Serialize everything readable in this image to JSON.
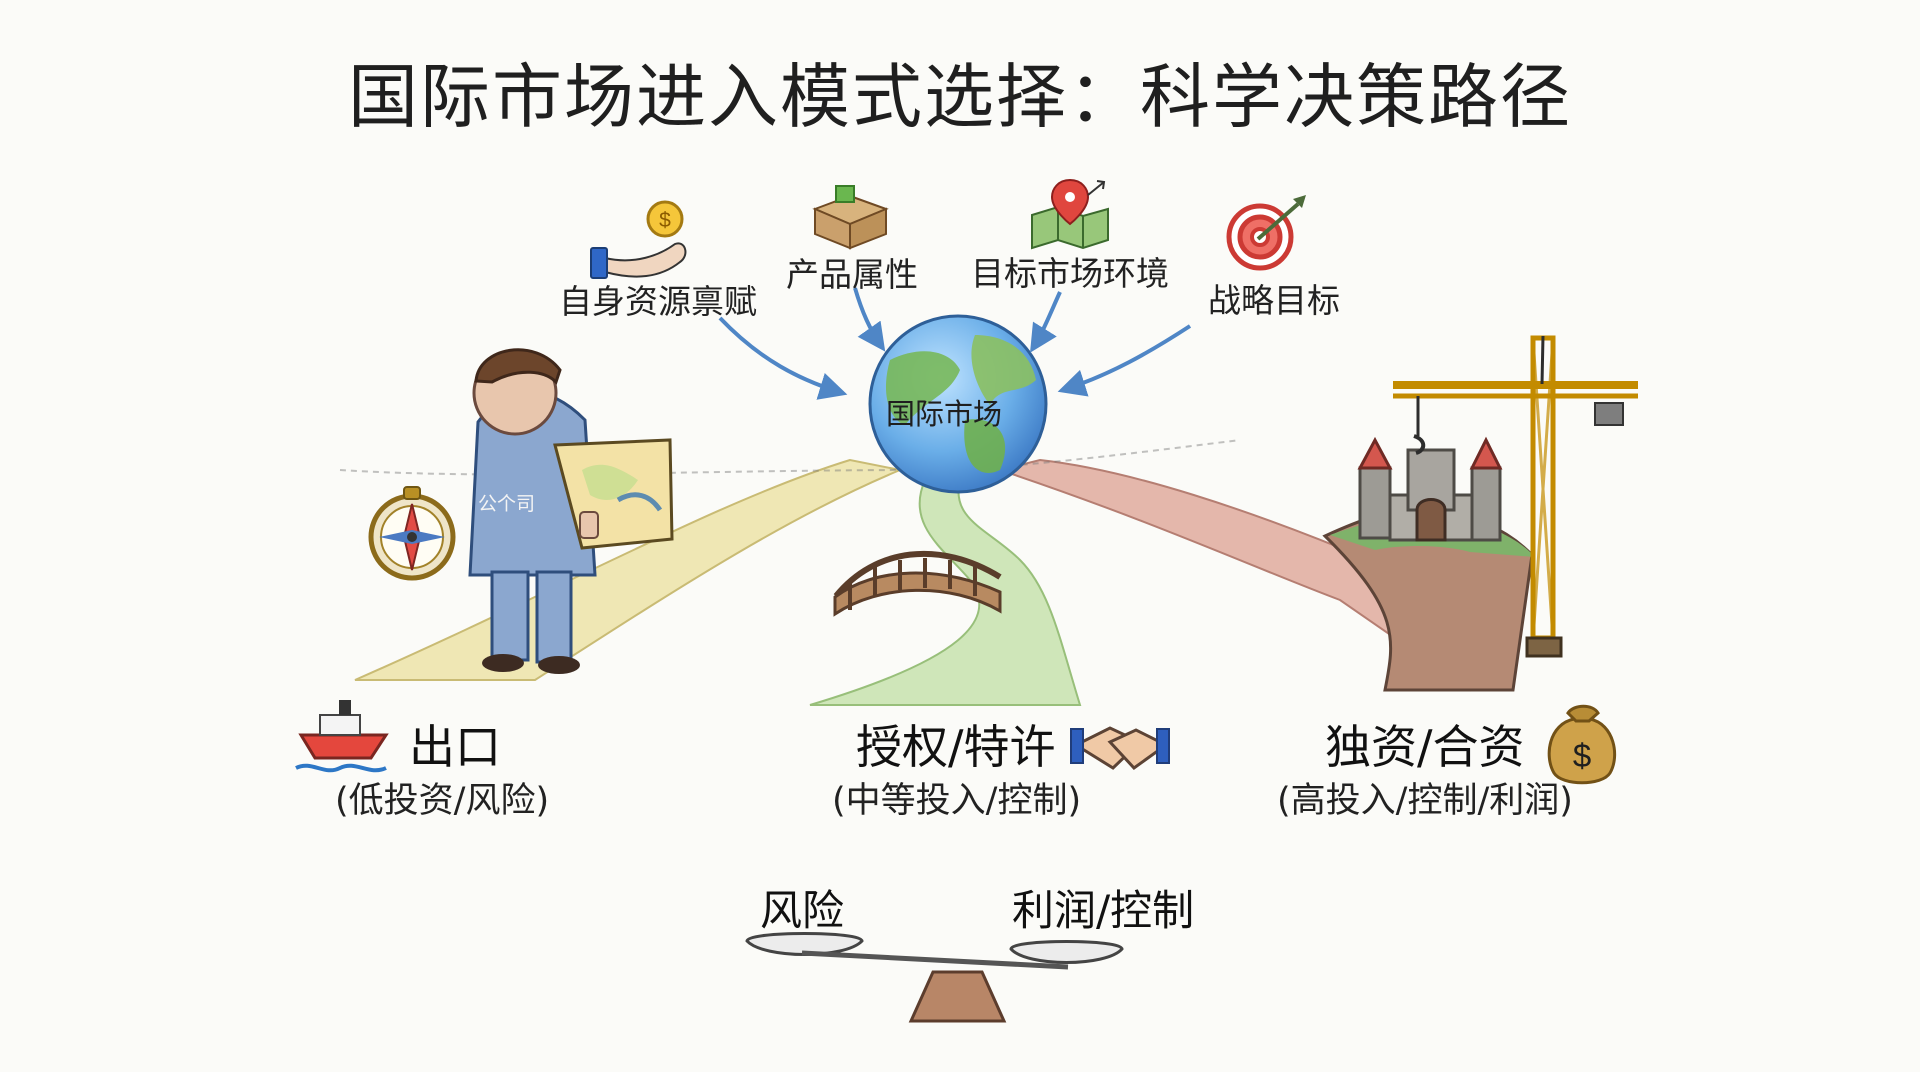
{
  "title": "国际市场进入模式选择：科学决策路径",
  "factors": [
    {
      "label": "自身资源禀赋",
      "icon": "hand-coin-icon"
    },
    {
      "label": "产品属性",
      "icon": "box-icon"
    },
    {
      "label": "目标市场环境",
      "icon": "map-pin-icon"
    },
    {
      "label": "战略目标",
      "icon": "target-icon"
    }
  ],
  "center": {
    "label": "国际市场",
    "icon": "globe-icon"
  },
  "company": {
    "label": "公个司"
  },
  "modes": [
    {
      "label": "出口",
      "detail": "(低投资/风险)",
      "icon": "ship-icon"
    },
    {
      "label": "授权/特许",
      "detail": "(中等投入/控制)",
      "icon": "handshake-icon"
    },
    {
      "label": "独资/合资",
      "detail": "(高投入/控制/利润)",
      "icon": "money-bag-icon"
    }
  ],
  "balance": {
    "left": "风险",
    "right": "利润/控制",
    "icon": "balance-scale-icon"
  },
  "colors": {
    "arrow": "#4f86c6",
    "path_export": "#e7dca0",
    "path_license": "#bcd9a4",
    "path_invest": "#d7a49a"
  }
}
